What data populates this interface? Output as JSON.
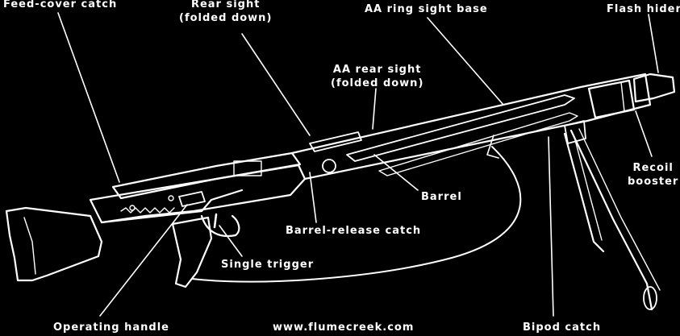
{
  "diagram": {
    "colors": {
      "background": "#000000",
      "ink": "#ffffff"
    },
    "labels": {
      "feed_cover_catch": "Feed-cover catch",
      "rear_sight_line1": "Rear sight",
      "rear_sight_line2": "(folded down)",
      "aa_ring_sight_base": "AA ring sight base",
      "flash_hider": "Flash hider",
      "aa_rear_sight_line1": "AA rear sight",
      "aa_rear_sight_line2": "(folded down)",
      "recoil_booster_line1": "Recoil",
      "recoil_booster_line2": "booster",
      "barrel": "Barrel",
      "barrel_release_catch": "Barrel-release catch",
      "single_trigger": "Single trigger",
      "operating_handle": "Operating handle",
      "bipod_catch": "Bipod catch"
    },
    "footer": {
      "website": "www.flumecreek.com"
    }
  }
}
